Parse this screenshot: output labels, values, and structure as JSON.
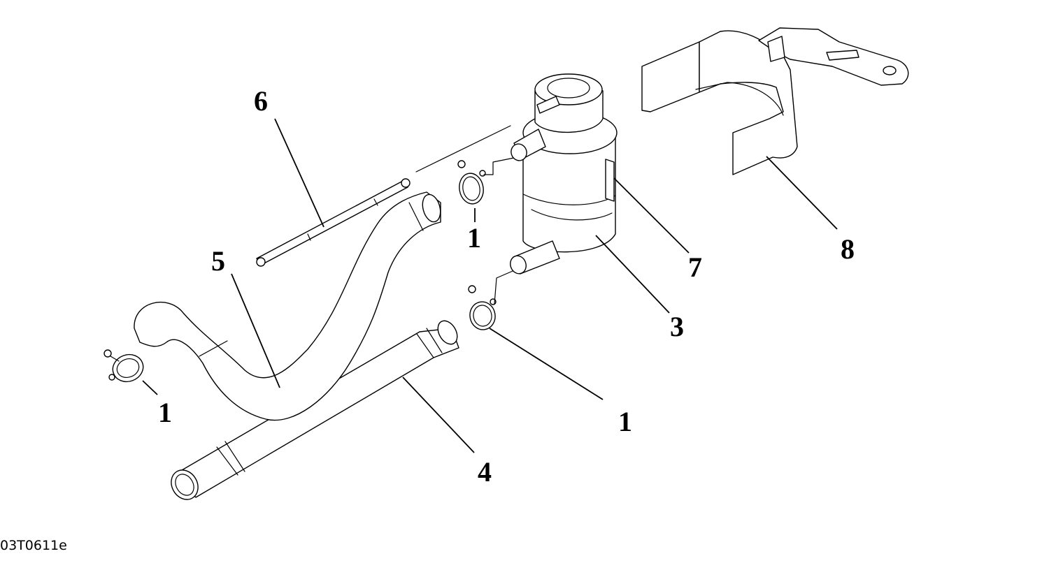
{
  "drawing_code": "03T0611e",
  "callouts": {
    "c1a": "1",
    "c1b": "1",
    "c1c": "1",
    "c3": "3",
    "c4": "4",
    "c5": "5",
    "c6": "6",
    "c7": "7",
    "c8": "8"
  },
  "colors": {
    "line": "#000000",
    "background": "#ffffff"
  }
}
